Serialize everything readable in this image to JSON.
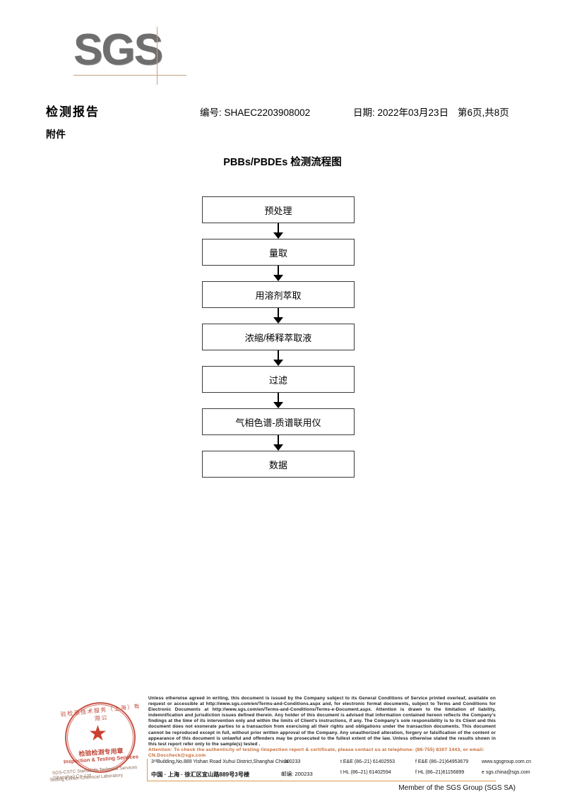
{
  "brand": {
    "logo_text": "SGS"
  },
  "header": {
    "report_title": "检测报告",
    "attachment_label": "附件",
    "report_no": "编号: SHAEC2203908002",
    "date": "日期: 2022年03月23日",
    "page": "第6页,共8页"
  },
  "flowchart": {
    "title": "PBBs/PBDEs 检测流程图",
    "steps": [
      {
        "label": "预处理"
      },
      {
        "label": "量取"
      },
      {
        "label": "用溶剂萃取"
      },
      {
        "label": "浓缩/稀释萃取液"
      },
      {
        "label": "过滤"
      },
      {
        "label": "气相色谱-质谱联用仪"
      },
      {
        "label": "数据"
      }
    ]
  },
  "seal": {
    "arc_text": "验检测技术服务（上海）有限公",
    "cn_line": "检验检测专用章",
    "en_line": "Inspection & Testing Services",
    "bottom_line_1": "SGS-CSTC Standards Technical Services (Shanghai) Co.,Ltd.",
    "bottom_line_2": "Testing Center-Chemical Laboratory"
  },
  "footer": {
    "legal_text": "Unless otherwise agreed in writing, this document is issued by the Company subject to its General Conditions of Service printed overleaf, available on request or accessible at http://www.sgs.com/en/Terms-and-Conditions.aspx and, for electronic format documents, subject to Terms and Conditions for Electronic Documents at http://www.sgs.com/en/Terms-and-Conditions/Terms-e-Document.aspx. Attention is drawn to the limitation of liability, indemnification and jurisdiction issues defined therein. Any holder of this document is advised that information contained hereon reflects the Company's findings at the time of its intervention only and within the limits of Client's instructions, if any. The Company's sole responsibility is to its Client and this document does not exonerate parties to a transaction from exercising all their rights and obligations under the transaction documents. This document cannot be reproduced except in full, without prior written approval of the Company. Any unauthorized alteration, forgery or falsification of the content or appearance of this document is unlawful and offenders may be prosecuted to the fullest extent of the law. Unless otherwise stated the results shown in this test report refer only to the sample(s) tested .",
    "attention_text": "Attention: To check the authenticity of testing /inspection report & certificate, please contact us at telephone: (86-755) 8307 1443, or email: CN.Doccheck@sgs.com",
    "address_en": "3ʳᵈBuilding,No.889 Yishan Road Xuhui District,Shanghai China",
    "zip_en": "200233",
    "tel_en_1": "t E&E (86–21) 61402553",
    "tel_en_2": "f E&E (86–21)64953679",
    "web": "www.sgsgroup.com.cn",
    "address_cn": "中国 · 上海 · 徐汇区宜山路889号3号楼",
    "zip_cn": "邮编: 200233",
    "tel_cn_1": "t HL (86–21) 61402594",
    "tel_cn_2": "f HL (86–21)61156899",
    "email": "e  sgs.china@sgs.com",
    "member_line": "Member of the SGS Group (SGS SA)"
  }
}
